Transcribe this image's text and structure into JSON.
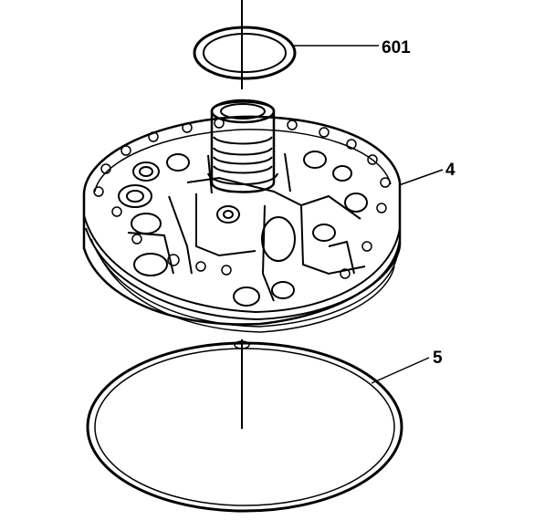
{
  "figure": {
    "callouts": [
      {
        "id": "seal-ring",
        "label": "601"
      },
      {
        "id": "pump-body",
        "label": "4"
      },
      {
        "id": "o-ring",
        "label": "5"
      }
    ]
  },
  "colors": {
    "ink": "#000000",
    "paper": "#ffffff"
  }
}
